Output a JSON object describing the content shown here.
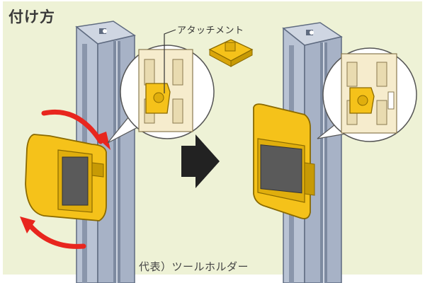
{
  "title": "付け方",
  "attachment_label": "アタッチメント",
  "caption": "代表）ツールホルダー",
  "colors": {
    "background": "#ffffff",
    "panel": "#eef2d6",
    "rail": "#b9c3d4",
    "rail_dark": "#7d8aa0",
    "holder": "#f5c21a",
    "holder_edge": "#8a6a00",
    "screen": "#5a5a5a",
    "bracket": "#f6eccd",
    "arrow_red": "#e8261e",
    "arrow_black": "#222222"
  },
  "icons": {
    "rotation_arrows": "curved-arrow-icon",
    "step_arrow": "right-arrow-icon"
  }
}
